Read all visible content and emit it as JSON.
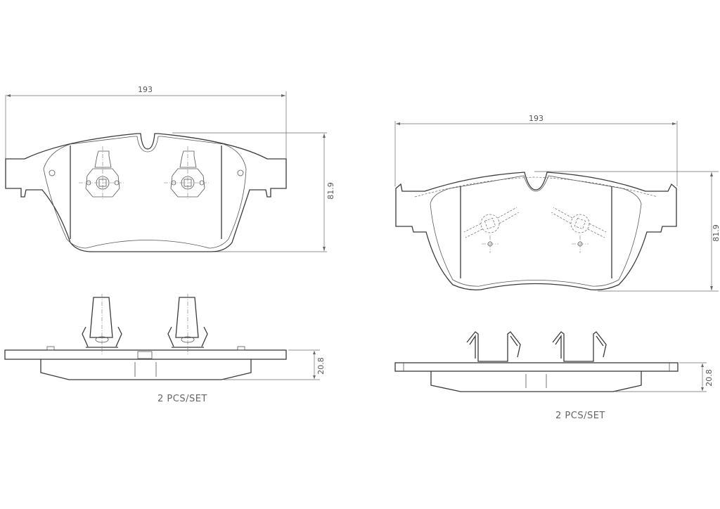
{
  "diagram": {
    "title": "Brake pad set technical drawing",
    "pads": [
      {
        "id": "left",
        "front_view": {
          "width_label": "193",
          "height_label": "81.9",
          "sensor_clips": "upright wear-clip springs (2)"
        },
        "side_view": {
          "thickness_label": "20.8"
        },
        "quantity_label": "2  PCS/SET"
      },
      {
        "id": "right",
        "front_view": {
          "width_label": "193",
          "height_label": "81.9",
          "sensor_clips": "angled retaining clips (2)"
        },
        "side_view": {
          "thickness_label": "20.8"
        },
        "quantity_label": "2  PCS/SET"
      }
    ],
    "colors": {
      "line": "#3a3a3a",
      "dimension": "#6a6a6a",
      "text": "#555555",
      "background": "#ffffff"
    }
  }
}
